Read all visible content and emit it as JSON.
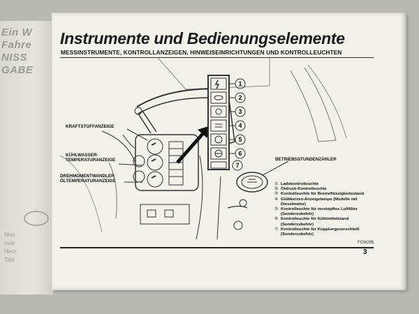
{
  "left_page": {
    "fragments": [
      "Ein W",
      "Fahre",
      "NISS",
      "GABE"
    ],
    "small_lines": [
      "Niss",
      "Inde",
      "Herz",
      "Tabl"
    ]
  },
  "page": {
    "title": "Instrumente und Bedienungselemente",
    "subtitle": "MESSINSTRUMENTE, KONTROLLANZEIGEN, HINWEISEINRICHTUNGEN UND KONTROLLEUCHTEN",
    "page_number": "3"
  },
  "figure": {
    "labels": {
      "fuel": "KRAFTSTOFFANZEIGE",
      "coolant_line1": "KÜHLWASSER-",
      "coolant_line2": "TEMPERATURANZEIGE",
      "converter_line1": "DREHMOMENTWANDLER",
      "converter_line2": "ÖLTEMPERATURANZEIGE",
      "hours": "BETRIEBSSTUNDENZÄHLER",
      "code": "FOM265"
    },
    "indicator_numbers": [
      "1",
      "2",
      "3",
      "4",
      "5",
      "6",
      "7"
    ],
    "legend": [
      {
        "num": "①",
        "text": "Ladekontrolleuchte"
      },
      {
        "num": "②",
        "text": "Öldruck-Kontrolleuchte"
      },
      {
        "num": "③",
        "text": "Kontrolleuchte für Bremeflüssigkeitsstand"
      },
      {
        "num": "④",
        "text": "Glühkerzen-Anzeigelampe (Modelle mit Dieselmotor)"
      },
      {
        "num": "⑤",
        "text": "Kontrolleuchte für verstopftes Luftfilter (Sonderzubehör)"
      },
      {
        "num": "⑥",
        "text": "Kontrolleuchte für Kühlmittelstand (Sonderzubehör)"
      },
      {
        "num": "⑦",
        "text": "Kontrolleuchte für Kupplungsverschleiß (Sonderzubehör)"
      }
    ]
  }
}
